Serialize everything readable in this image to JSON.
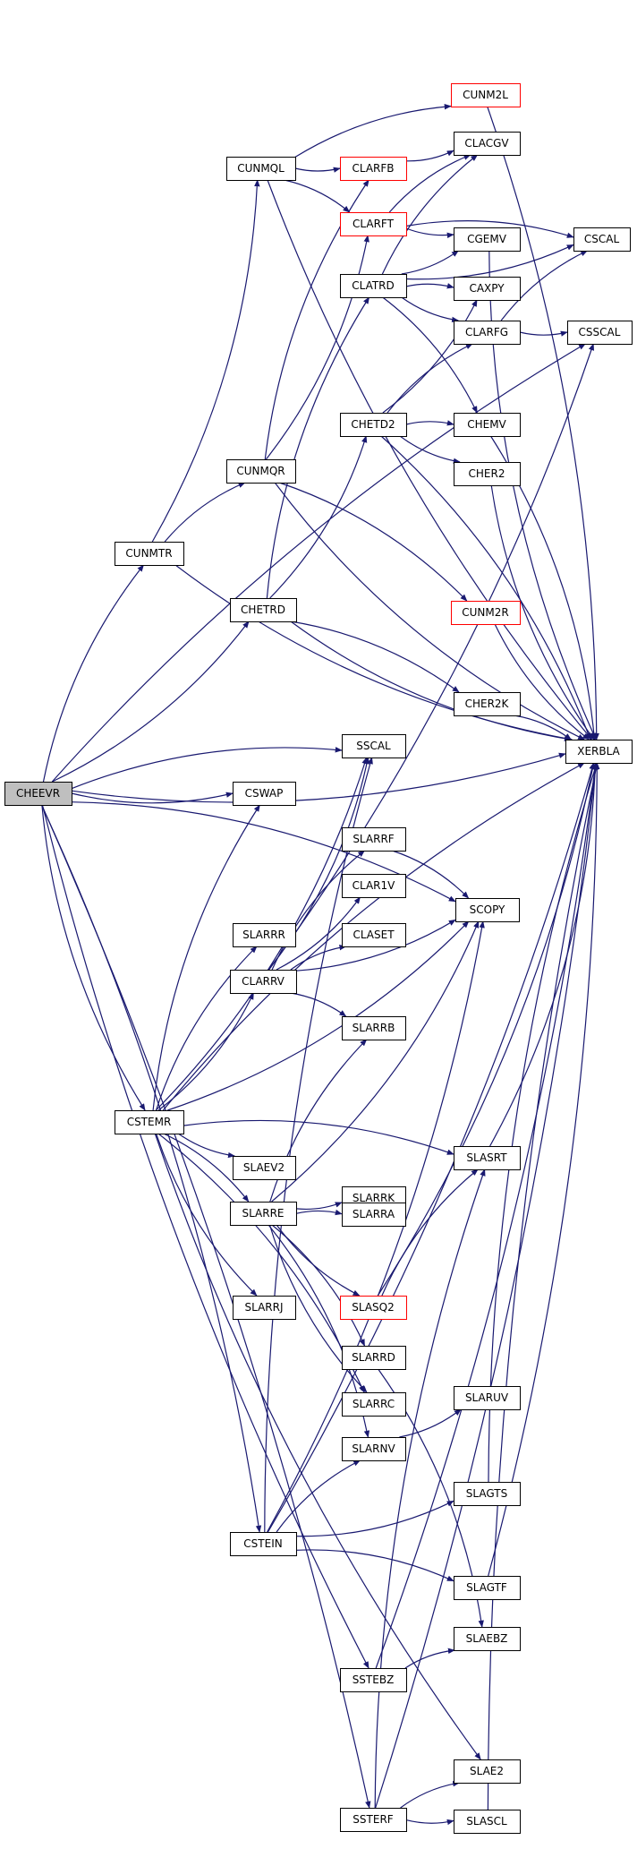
{
  "colors": {
    "edge": "#191970",
    "node_border": "#000000",
    "node_border_highlight": "#ff0000",
    "root_fill": "#bfbfbf",
    "background": "#ffffff"
  },
  "nodes": [
    {
      "id": "CHEEVR",
      "label": "CHEEVR",
      "root": true
    },
    {
      "id": "CUNMTR",
      "label": "CUNMTR"
    },
    {
      "id": "CUNMQL",
      "label": "CUNMQL"
    },
    {
      "id": "CUNM2L",
      "label": "CUNM2L",
      "highlight": true
    },
    {
      "id": "CLARFB",
      "label": "CLARFB",
      "highlight": true
    },
    {
      "id": "CLACGV",
      "label": "CLACGV"
    },
    {
      "id": "CLARFT",
      "label": "CLARFT",
      "highlight": true
    },
    {
      "id": "CGEMV",
      "label": "CGEMV"
    },
    {
      "id": "CSCAL",
      "label": "CSCAL"
    },
    {
      "id": "CLATRD",
      "label": "CLATRD"
    },
    {
      "id": "CAXPY",
      "label": "CAXPY"
    },
    {
      "id": "CLARFG",
      "label": "CLARFG"
    },
    {
      "id": "CSSCAL",
      "label": "CSSCAL"
    },
    {
      "id": "CHETD2",
      "label": "CHETD2"
    },
    {
      "id": "CHEMV",
      "label": "CHEMV"
    },
    {
      "id": "CUNMQR",
      "label": "CUNMQR"
    },
    {
      "id": "CHER2",
      "label": "CHER2"
    },
    {
      "id": "CHETRD",
      "label": "CHETRD"
    },
    {
      "id": "CUNM2R",
      "label": "CUNM2R",
      "highlight": true
    },
    {
      "id": "CHER2K",
      "label": "CHER2K"
    },
    {
      "id": "XERBLA",
      "label": "XERBLA"
    },
    {
      "id": "SSCAL",
      "label": "SSCAL"
    },
    {
      "id": "CSWAP",
      "label": "CSWAP"
    },
    {
      "id": "SLARRF",
      "label": "SLARRF"
    },
    {
      "id": "CLAR1V",
      "label": "CLAR1V"
    },
    {
      "id": "SCOPY",
      "label": "SCOPY"
    },
    {
      "id": "SLARRR",
      "label": "SLARRR"
    },
    {
      "id": "CLASET",
      "label": "CLASET"
    },
    {
      "id": "CLARRV",
      "label": "CLARRV"
    },
    {
      "id": "SLARRB",
      "label": "SLARRB"
    },
    {
      "id": "CSTEMR",
      "label": "CSTEMR"
    },
    {
      "id": "SLASRT",
      "label": "SLASRT"
    },
    {
      "id": "SLAEV2",
      "label": "SLAEV2"
    },
    {
      "id": "SLARRK",
      "label": "SLARRK"
    },
    {
      "id": "SLARRE",
      "label": "SLARRE"
    },
    {
      "id": "SLARRA",
      "label": "SLARRA"
    },
    {
      "id": "SLASQ2",
      "label": "SLASQ2",
      "highlight": true
    },
    {
      "id": "SLARRJ",
      "label": "SLARRJ"
    },
    {
      "id": "SLARRD",
      "label": "SLARRD"
    },
    {
      "id": "SLARUV",
      "label": "SLARUV"
    },
    {
      "id": "SLARRC",
      "label": "SLARRC"
    },
    {
      "id": "SLARNV",
      "label": "SLARNV"
    },
    {
      "id": "SLAGTS",
      "label": "SLAGTS"
    },
    {
      "id": "CSTEIN",
      "label": "CSTEIN"
    },
    {
      "id": "SLAGTF",
      "label": "SLAGTF"
    },
    {
      "id": "SLAEBZ",
      "label": "SLAEBZ"
    },
    {
      "id": "SSTEBZ",
      "label": "SSTEBZ"
    },
    {
      "id": "SLAE2",
      "label": "SLAE2"
    },
    {
      "id": "SSTERF",
      "label": "SSTERF"
    },
    {
      "id": "SLASCL",
      "label": "SLASCL"
    }
  ],
  "edges": [
    [
      "CHEEVR",
      "CUNMTR"
    ],
    [
      "CHEEVR",
      "CHETRD"
    ],
    [
      "CHEEVR",
      "SSCAL"
    ],
    [
      "CHEEVR",
      "CSWAP"
    ],
    [
      "CHEEVR",
      "SCOPY"
    ],
    [
      "CHEEVR",
      "CSTEMR"
    ],
    [
      "CHEEVR",
      "CSTEIN"
    ],
    [
      "CHEEVR",
      "SSTEBZ"
    ],
    [
      "CHEEVR",
      "SSTERF"
    ],
    [
      "CHEEVR",
      "XERBLA"
    ],
    [
      "CHEEVR",
      "CSSCAL"
    ],
    [
      "CUNMTR",
      "CUNMQL"
    ],
    [
      "CUNMTR",
      "CUNMQR"
    ],
    [
      "CUNMTR",
      "XERBLA"
    ],
    [
      "CUNMQL",
      "CUNM2L"
    ],
    [
      "CUNMQL",
      "CLARFB"
    ],
    [
      "CUNMQL",
      "CLARFT"
    ],
    [
      "CUNMQL",
      "XERBLA"
    ],
    [
      "CUNMQR",
      "CLARFB"
    ],
    [
      "CUNMQR",
      "CLARFT"
    ],
    [
      "CUNMQR",
      "CUNM2R"
    ],
    [
      "CUNMQR",
      "XERBLA"
    ],
    [
      "CUNM2L",
      "XERBLA"
    ],
    [
      "CLARFB",
      "CLACGV"
    ],
    [
      "CLARFT",
      "CLACGV"
    ],
    [
      "CLARFT",
      "CGEMV"
    ],
    [
      "CLARFT",
      "CSCAL"
    ],
    [
      "CUNM2R",
      "XERBLA"
    ],
    [
      "CHETRD",
      "CLATRD"
    ],
    [
      "CHETRD",
      "CHETD2"
    ],
    [
      "CHETRD",
      "CHER2K"
    ],
    [
      "CHETRD",
      "XERBLA"
    ],
    [
      "CLATRD",
      "CLACGV"
    ],
    [
      "CLATRD",
      "CGEMV"
    ],
    [
      "CLATRD",
      "CAXPY"
    ],
    [
      "CLATRD",
      "CLARFG"
    ],
    [
      "CLATRD",
      "CHEMV"
    ],
    [
      "CLATRD",
      "CSCAL"
    ],
    [
      "CLARFG",
      "CSCAL"
    ],
    [
      "CLARFG",
      "CSSCAL"
    ],
    [
      "CHETD2",
      "CLARFG"
    ],
    [
      "CHETD2",
      "CAXPY"
    ],
    [
      "CHETD2",
      "CHEMV"
    ],
    [
      "CHETD2",
      "CHER2"
    ],
    [
      "CHETD2",
      "XERBLA"
    ],
    [
      "CGEMV",
      "XERBLA"
    ],
    [
      "CHEMV",
      "XERBLA"
    ],
    [
      "CHER2",
      "XERBLA"
    ],
    [
      "CHER2K",
      "XERBLA"
    ],
    [
      "CSTEMR",
      "SSCAL"
    ],
    [
      "CSTEMR",
      "CSWAP"
    ],
    [
      "CSTEMR",
      "SCOPY"
    ],
    [
      "CSTEMR",
      "SLARRR"
    ],
    [
      "CSTEMR",
      "CLARRV"
    ],
    [
      "CSTEMR",
      "SLASRT"
    ],
    [
      "CSTEMR",
      "SLAEV2"
    ],
    [
      "CSTEMR",
      "SLARRE"
    ],
    [
      "CSTEMR",
      "SLARRJ"
    ],
    [
      "CSTEMR",
      "SLARRC"
    ],
    [
      "CSTEMR",
      "SLAE2"
    ],
    [
      "CSTEMR",
      "XERBLA"
    ],
    [
      "CLARRV",
      "SSCAL"
    ],
    [
      "CLARRV",
      "SLARRF"
    ],
    [
      "CLARRV",
      "CLAR1V"
    ],
    [
      "CLARRV",
      "CLASET"
    ],
    [
      "CLARRV",
      "SCOPY"
    ],
    [
      "CLARRV",
      "SLARRB"
    ],
    [
      "CLARRV",
      "CSSCAL"
    ],
    [
      "SLARRF",
      "SCOPY"
    ],
    [
      "SLARRE",
      "SCOPY"
    ],
    [
      "SLARRE",
      "SLARRB"
    ],
    [
      "SLARRE",
      "SLARRK"
    ],
    [
      "SLARRE",
      "SLARRA"
    ],
    [
      "SLARRE",
      "SLASQ2"
    ],
    [
      "SLARRE",
      "SLARRD"
    ],
    [
      "SLARRE",
      "SLARRC"
    ],
    [
      "SLARRE",
      "SLARNV"
    ],
    [
      "SLASRT",
      "XERBLA"
    ],
    [
      "SLASQ2",
      "SLASRT"
    ],
    [
      "SLASQ2",
      "XERBLA"
    ],
    [
      "SLARRD",
      "SLAEBZ"
    ],
    [
      "SLARNV",
      "SLARUV"
    ],
    [
      "CSTEIN",
      "SSCAL"
    ],
    [
      "CSTEIN",
      "SCOPY"
    ],
    [
      "CSTEIN",
      "SLARNV"
    ],
    [
      "CSTEIN",
      "SLAGTS"
    ],
    [
      "CSTEIN",
      "SLAGTF"
    ],
    [
      "CSTEIN",
      "XERBLA"
    ],
    [
      "SLAGTS",
      "XERBLA"
    ],
    [
      "SLAGTF",
      "XERBLA"
    ],
    [
      "SSTEBZ",
      "SLAEBZ"
    ],
    [
      "SSTEBZ",
      "XERBLA"
    ],
    [
      "SSTERF",
      "SLAE2"
    ],
    [
      "SSTERF",
      "SLASCL"
    ],
    [
      "SSTERF",
      "SLASRT"
    ],
    [
      "SSTERF",
      "XERBLA"
    ],
    [
      "SLASCL",
      "XERBLA"
    ]
  ]
}
